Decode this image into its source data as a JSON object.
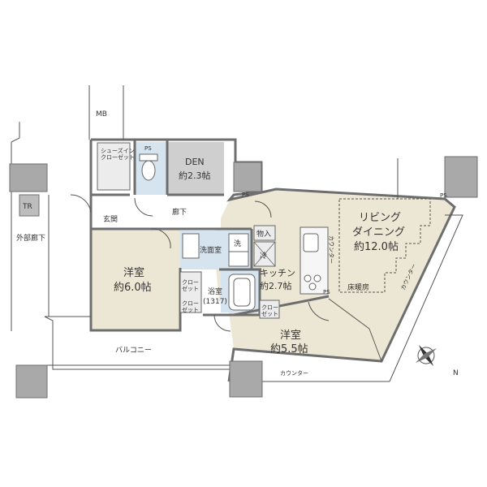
{
  "labels": {
    "mb": "MB",
    "tr": "TR",
    "ps1": "PS",
    "ps2": "PS",
    "ps3": "PS",
    "ps4": "PS",
    "shoes_closet": "シューズイン\nクローゼット",
    "den_name": "DEN",
    "den_size": "約2.3帖",
    "entrance": "玄関",
    "hallway": "廊下",
    "outer_corridor": "外部廊下",
    "western1_name": "洋室",
    "western1_size": "約6.0帖",
    "closet_a": "クロー\nゼット",
    "closet_b": "クロー\nゼット",
    "closet_c": "クロー\nゼット",
    "washroom": "洗面室",
    "wash": "洗",
    "storage": "物入",
    "cold": "冷",
    "bath_name": "浴室",
    "bath_size": "(1317)",
    "kitchen_name": "キッチン",
    "kitchen_size": "約2.7帖",
    "counter_vertical": "カウンター",
    "living_l1": "リビング",
    "living_l2": "ダイニング",
    "living_l3": "約12.0帖",
    "floor_heating": "床暖房",
    "western2_name": "洋室",
    "western2_size": "約5.5帖",
    "balcony": "バルコニー",
    "counter_bottom": "カウンター",
    "counter_diag": "カウンター",
    "compass_n": "N"
  },
  "colors": {
    "floor_beige": "#ece6d4",
    "floor_blue": "#d6e4ef",
    "den_gray": "#cfcfcf",
    "pillar_gray": "#a9a9a9",
    "wall": "#6e6e6e",
    "line": "#555555"
  }
}
